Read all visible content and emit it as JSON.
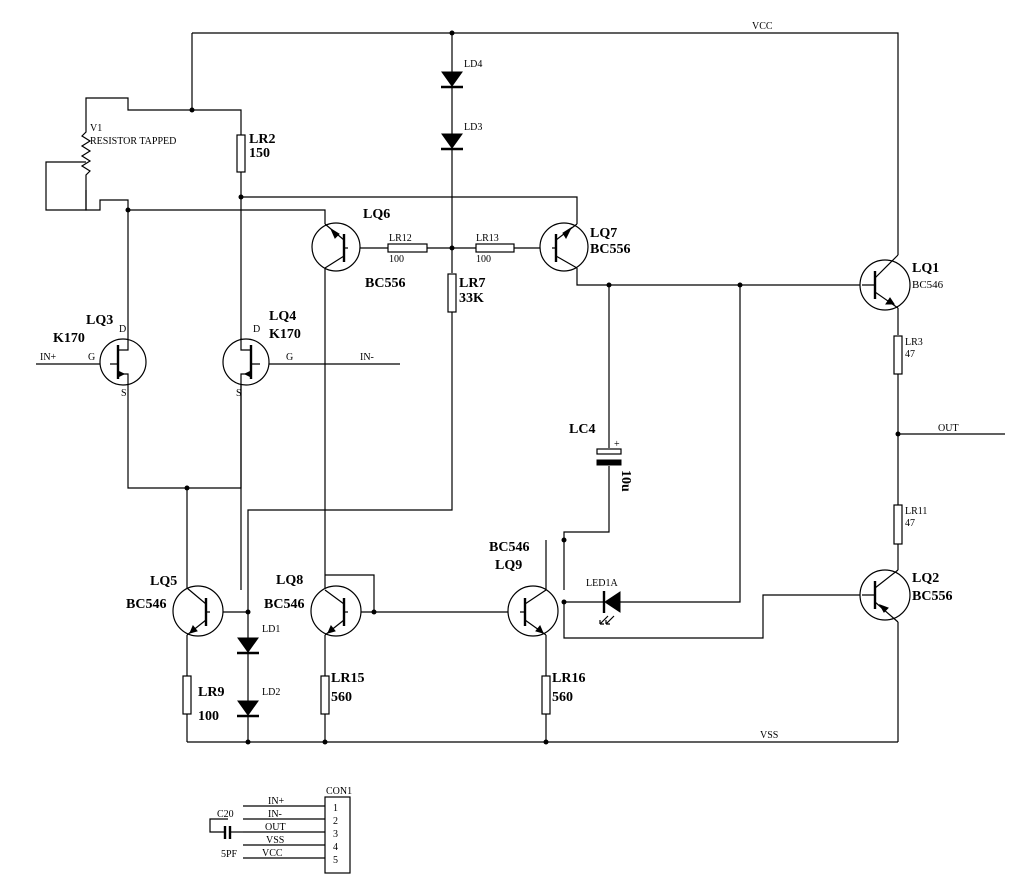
{
  "nets": {
    "vcc": "VCC",
    "vss": "VSS",
    "out": "OUT",
    "in_plus": "IN+",
    "in_minus": "IN-"
  },
  "v1": {
    "ref": "V1",
    "desc": "RESISTOR TAPPED"
  },
  "lq1": {
    "ref": "LQ1",
    "part": "BC546"
  },
  "lq2": {
    "ref": "LQ2",
    "part": "BC556"
  },
  "lq3": {
    "ref": "LQ3",
    "part": "K170",
    "d": "D",
    "g": "G",
    "s": "S"
  },
  "lq4": {
    "ref": "LQ4",
    "part": "K170",
    "d": "D",
    "g": "G",
    "s": "S"
  },
  "lq5": {
    "ref": "LQ5",
    "part": "BC546"
  },
  "lq6": {
    "ref": "LQ6",
    "part": "BC556"
  },
  "lq7": {
    "ref": "LQ7",
    "part": "BC556"
  },
  "lq8": {
    "ref": "LQ8",
    "part": "BC546"
  },
  "lq9": {
    "ref": "LQ9",
    "part": "BC546"
  },
  "lr2": {
    "ref": "LR2",
    "value": "150"
  },
  "lr3": {
    "ref": "LR3",
    "value": "47"
  },
  "lr7": {
    "ref": "LR7",
    "value": "33K"
  },
  "lr9": {
    "ref": "LR9",
    "value": "100"
  },
  "lr11": {
    "ref": "LR11",
    "value": "47"
  },
  "lr12": {
    "ref": "LR12",
    "value": "100"
  },
  "lr13": {
    "ref": "LR13",
    "value": "100"
  },
  "lr15": {
    "ref": "LR15",
    "value": "560"
  },
  "lr16": {
    "ref": "LR16",
    "value": "560"
  },
  "ld1": {
    "ref": "LD1"
  },
  "ld2": {
    "ref": "LD2"
  },
  "ld3": {
    "ref": "LD3"
  },
  "ld4": {
    "ref": "LD4"
  },
  "led1": {
    "ref": "LED1A"
  },
  "lc4": {
    "ref": "LC4",
    "value": "10u",
    "polarity": "+"
  },
  "c20": {
    "ref": "C20",
    "value": "5PF"
  },
  "con1": {
    "ref": "CON1",
    "pins": [
      {
        "num": "1",
        "net": "IN+"
      },
      {
        "num": "2",
        "net": "IN-"
      },
      {
        "num": "3",
        "net": "OUT"
      },
      {
        "num": "4",
        "net": "VSS"
      },
      {
        "num": "5",
        "net": "VCC"
      }
    ]
  }
}
